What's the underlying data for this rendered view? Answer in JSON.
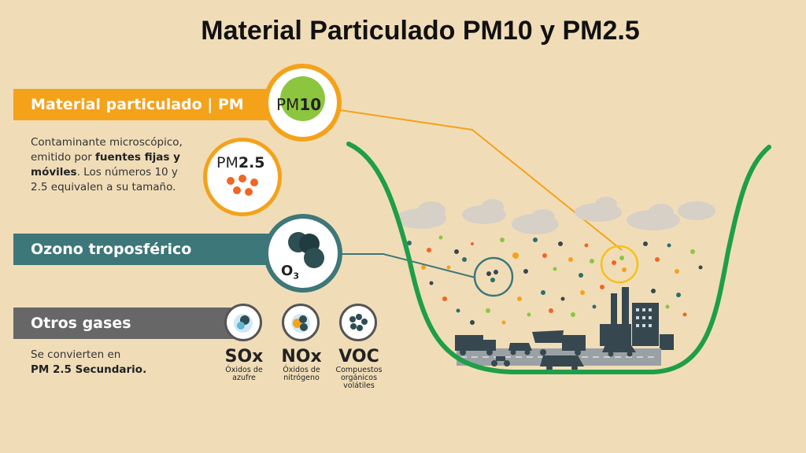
{
  "title": "Material Particulado PM10 y PM2.5",
  "sections": {
    "pm": {
      "label": "Material particulado | PM",
      "desc_pre": "Contaminante microscópico, emitido por ",
      "desc_bold": "fuentes fijas y móviles",
      "desc_post": ". Los números 10 y 2.5 equivalen a su tamaño.",
      "pm10_prefix": "PM",
      "pm10_number": "10",
      "pm25_prefix": "PM",
      "pm25_number": "2.5"
    },
    "ozone": {
      "label": "Ozono troposférico",
      "formula": "O",
      "formula_sub": "3"
    },
    "other": {
      "label": "Otros gases",
      "desc_line1": "Se convierten en",
      "desc_line2": "PM 2.5 Secundario.",
      "gases": [
        {
          "name": "SOx",
          "desc": "Óxidos de azufre"
        },
        {
          "name": "NOx",
          "desc": "Óxidos de nitrógeno"
        },
        {
          "name": "VOC",
          "desc": "Compuestos orgánicos volátiles"
        }
      ]
    }
  },
  "colors": {
    "background": "#f0ddb8",
    "pm_orange": "#f5a21b",
    "ozone_teal": "#3e7779",
    "gases_gray": "#666766",
    "valley_green": "#1f9e4a",
    "pm10_green": "#8cc63f",
    "particle_orange": "#f26522"
  }
}
